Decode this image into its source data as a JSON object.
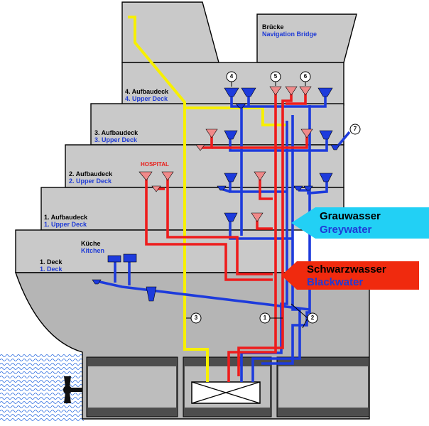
{
  "decks": {
    "bridge": {
      "de": "Brücke",
      "en": "Navigation Bridge"
    },
    "upper4": {
      "de": "4. Aufbaudeck",
      "en": "4. Upper Deck"
    },
    "upper3": {
      "de": "3. Aufbaudeck",
      "en": "3. Upper Deck"
    },
    "upper2": {
      "de": "2. Aufbaudeck",
      "en": "2. Upper Deck"
    },
    "upper1": {
      "de": "1. Aufbaudeck",
      "en": "1. Upper Deck"
    },
    "deck1": {
      "de": "1. Deck",
      "en": "1. Deck"
    },
    "kitchen": {
      "de": "Küche",
      "en": "Kitchen"
    }
  },
  "hospital": "HOSPITAL",
  "callouts": {
    "greywater": {
      "de": "Grauwasser",
      "en": "Greywater",
      "color": "#22d0f5"
    },
    "blackwater": {
      "de": "Schwarzwasser",
      "en": "Blackwater",
      "color": "#f02a0e"
    }
  },
  "numbers": [
    "1",
    "2",
    "3",
    "4",
    "5",
    "6",
    "7"
  ],
  "colors": {
    "blackwater_pipe": "#ee1c1c",
    "greywater_pipe": "#1d3bdc",
    "vent_pipe": "#f7f000",
    "hull": "#b8b8b8",
    "structure": "#c8c8c8",
    "water": "#1e5bd8"
  }
}
